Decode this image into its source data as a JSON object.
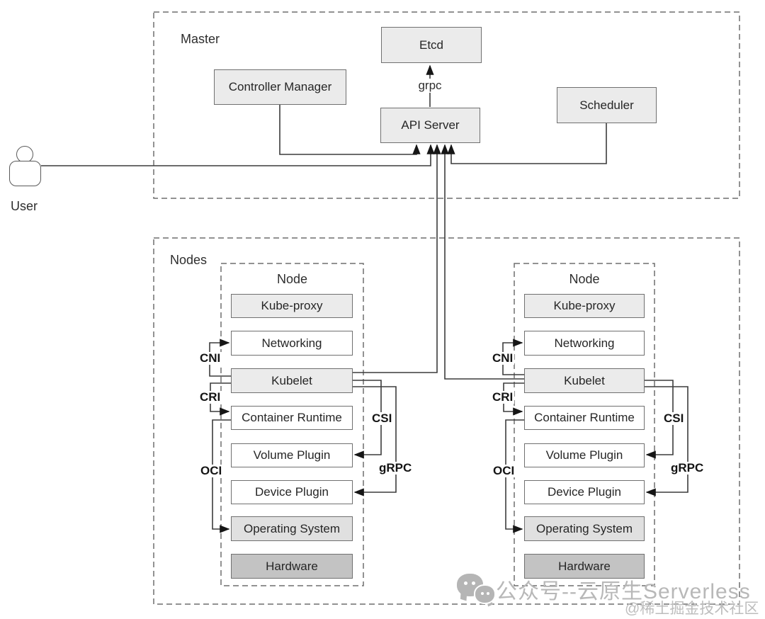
{
  "master": {
    "label": "Master",
    "etcd": "Etcd",
    "controller_manager": "Controller Manager",
    "api_server": "API Server",
    "scheduler": "Scheduler",
    "grpc_link_label": "grpc"
  },
  "user": {
    "label": "User"
  },
  "nodes_section": {
    "label": "Nodes"
  },
  "node_left": {
    "label": "Node",
    "components": [
      "Kube-proxy",
      "Networking",
      "Kubelet",
      "Container Runtime",
      "Volume Plugin",
      "Device Plugin",
      "Operating System",
      "Hardware"
    ]
  },
  "node_right": {
    "label": "Node",
    "components": [
      "Kube-proxy",
      "Networking",
      "Kubelet",
      "Container Runtime",
      "Volume Plugin",
      "Device Plugin",
      "Operating System",
      "Hardware"
    ]
  },
  "interface_labels": {
    "cni": "CNI",
    "cri": "CRI",
    "oci": "OCI",
    "csi": "CSI",
    "grpc": "gRPC"
  },
  "watermark": {
    "wechat_text": "公众号--云原生Serverless",
    "credit": "@稀土掘金技术社区"
  },
  "colors": {
    "box_fill": "#ebebeb",
    "box_fill_white": "#ffffff",
    "os_fill": "#e0e0e0",
    "hardware_fill": "#c3c3c3",
    "box_border": "#707070",
    "dashed_border": "#6e6e6e",
    "line": "#3c3c3c",
    "watermark_gray": "#b8b8b8"
  }
}
